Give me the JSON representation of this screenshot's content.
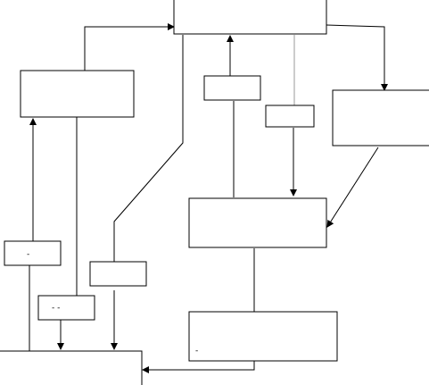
{
  "diagram": {
    "nodes": [
      {
        "id": "top-box",
        "label": ""
      },
      {
        "id": "left-box",
        "label": ""
      },
      {
        "id": "small-box-a",
        "label": ""
      },
      {
        "id": "small-box-b",
        "label": ""
      },
      {
        "id": "right-box",
        "label": ""
      },
      {
        "id": "center-box",
        "label": ""
      },
      {
        "id": "small-box-left",
        "label": "-"
      },
      {
        "id": "small-box-mid",
        "label": ""
      },
      {
        "id": "tiny-box",
        "label": "-   -"
      },
      {
        "id": "lower-box",
        "label": "-"
      },
      {
        "id": "bottom-box",
        "label": ""
      }
    ],
    "colors": {
      "stroke": "#000000",
      "light_stroke": "#9a9a9a",
      "background": "#ffffff"
    }
  }
}
